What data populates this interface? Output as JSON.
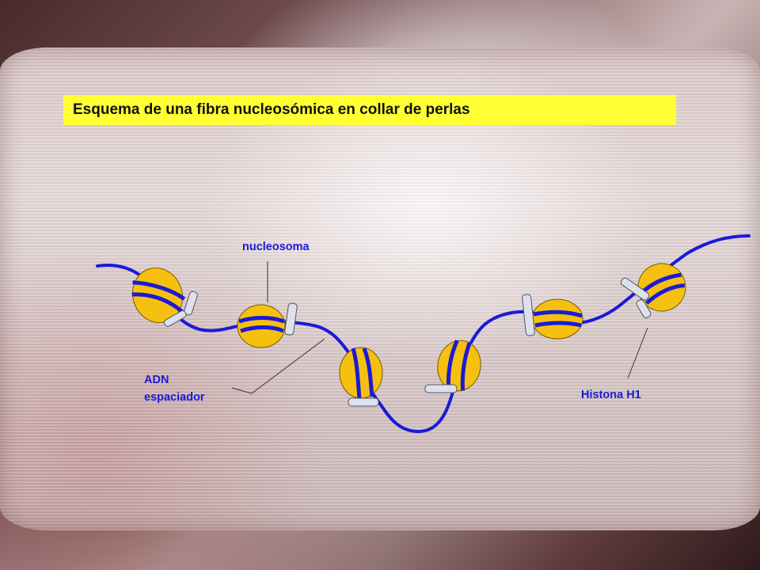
{
  "slide": {
    "title": "Esquema de una fibra nucleosómica en collar de perlas"
  },
  "labels": {
    "nucleosome": "nucleosoma",
    "linker_line1": "ADN",
    "linker_line2": "espaciador",
    "histone": "Histona H1"
  },
  "colors": {
    "title_bg": "#ffff33",
    "dna": "#1a1ad8",
    "nucleosome_fill": "#f5c010",
    "histone_fill": "#dde0ee",
    "label": "#1a1ad8"
  },
  "icons": [
    "nucleosome-bead-icon",
    "histone-h1-clamp-icon",
    "dna-strand-icon"
  ]
}
